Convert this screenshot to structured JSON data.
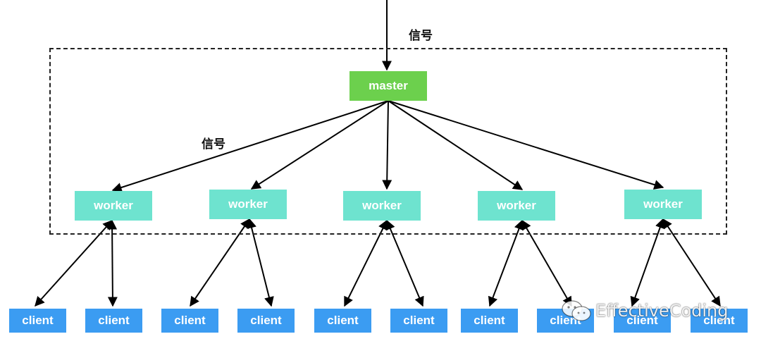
{
  "diagram": {
    "signal_top_label": "信号",
    "signal_mid_label": "信号",
    "master_label": "master",
    "worker_labels": [
      "worker",
      "worker",
      "worker",
      "worker",
      "worker"
    ],
    "client_labels": [
      "client",
      "client",
      "client",
      "client",
      "client",
      "client",
      "client",
      "client",
      "client",
      "client"
    ]
  },
  "watermark": {
    "text": "EffectiveCoding",
    "icon": "wechat-icon"
  },
  "colors": {
    "master": "#6cd04d",
    "worker": "#6ee3cf",
    "client": "#3b9cf2",
    "line": "#000000"
  }
}
